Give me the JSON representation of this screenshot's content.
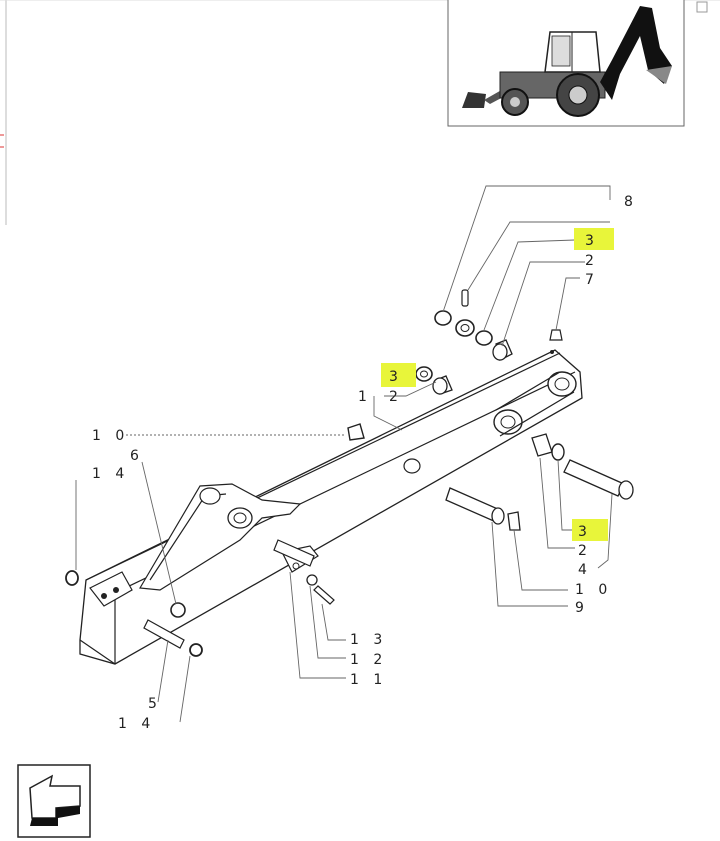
{
  "diagram": {
    "callouts": [
      {
        "id": "c8",
        "label": "8"
      },
      {
        "id": "c3a",
        "label": "3",
        "highlight": true
      },
      {
        "id": "c2a",
        "label": "2"
      },
      {
        "id": "c7",
        "label": "7"
      },
      {
        "id": "c3b",
        "label": "3",
        "highlight": true
      },
      {
        "id": "c1",
        "label": "1"
      },
      {
        "id": "c2b",
        "label": "2"
      },
      {
        "id": "c10a",
        "label": "1 0"
      },
      {
        "id": "c14a",
        "label": "1 4"
      },
      {
        "id": "c6",
        "label": "6"
      },
      {
        "id": "c3c",
        "label": "3",
        "highlight": true
      },
      {
        "id": "c2c",
        "label": "2"
      },
      {
        "id": "c4",
        "label": "4"
      },
      {
        "id": "c10b",
        "label": "1 0"
      },
      {
        "id": "c9",
        "label": "9"
      },
      {
        "id": "c13",
        "label": "1 3"
      },
      {
        "id": "c12",
        "label": "1 2"
      },
      {
        "id": "c11",
        "label": "1 1"
      },
      {
        "id": "c5",
        "label": "5"
      },
      {
        "id": "c14b",
        "label": "1 4"
      }
    ],
    "highlight_color": "#e8f53a",
    "icons": [
      "backhoe-loader-icon",
      "return-arrow-icon"
    ]
  }
}
